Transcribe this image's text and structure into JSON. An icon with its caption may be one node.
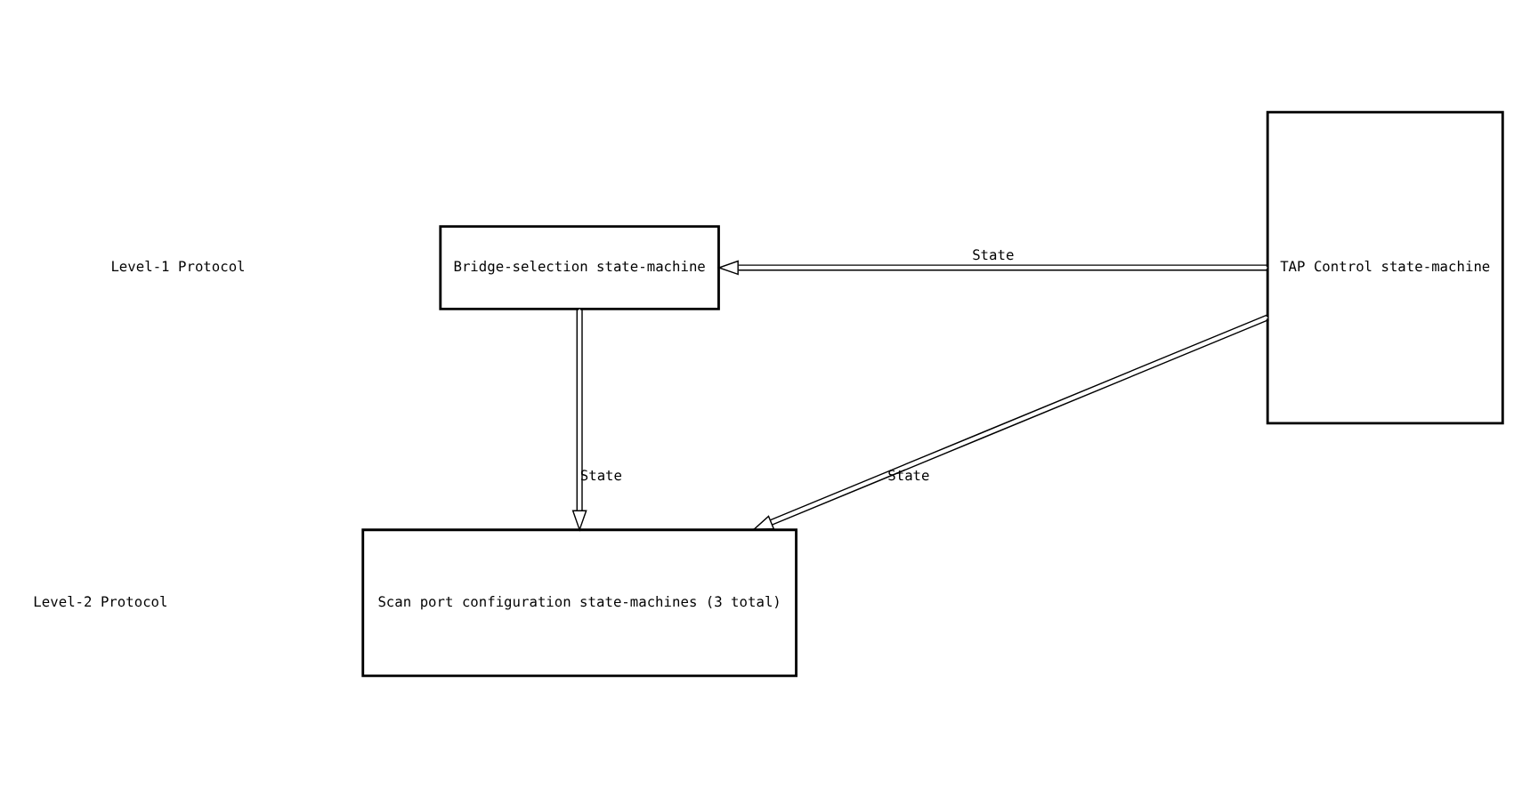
{
  "diagram": {
    "nodes": [
      {
        "text": [
          "Bridge-selection state-machine"
        ]
      },
      {
        "text": [
          "Scan port configuration state-machines (3 total)"
        ]
      },
      {
        "text": [
          "TAP Control state-machine"
        ]
      }
    ],
    "edges": [
      {
        "from": 2,
        "to": 0,
        "arrow": "to",
        "label": "State"
      },
      {
        "from": 0,
        "to": 1,
        "arrow": "to",
        "label": "State"
      },
      {
        "from": 2,
        "to": 1,
        "arrow": "to",
        "label": "State"
      }
    ],
    "labels": [
      "Level-1 Protocol",
      "Level-2 Protocol"
    ]
  }
}
